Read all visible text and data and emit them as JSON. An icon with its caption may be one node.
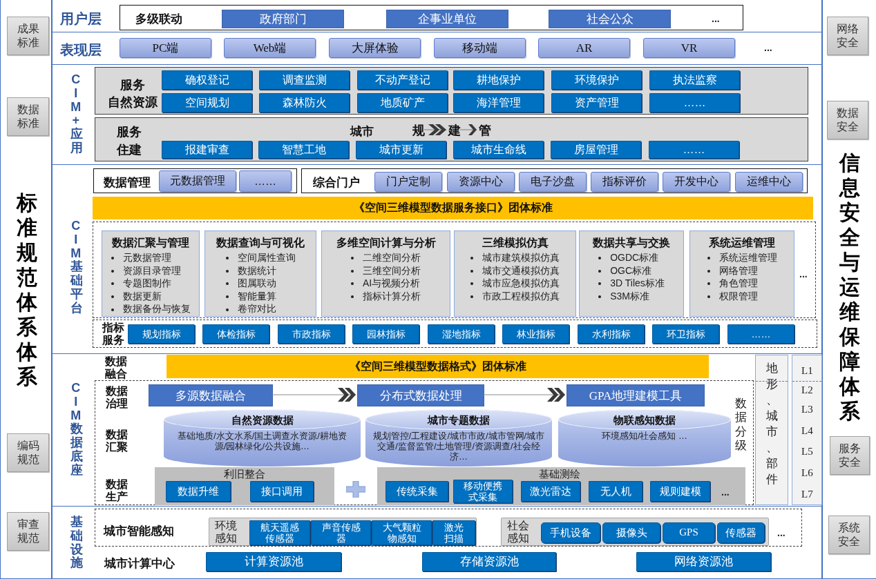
{
  "diagram": {
    "nodes": [
      {
        "text": [
          "标准规范体系体系"
        ]
      },
      {
        "text": [
          "成果标准"
        ],
        "in": 0
      },
      {
        "text": [
          "数据标准"
        ],
        "in": 0
      },
      {
        "text": [
          "编码规范"
        ],
        "in": 0
      },
      {
        "text": [
          "审查规范"
        ],
        "in": 0
      },
      {
        "text": [
          "用户层"
        ]
      },
      {
        "text": [
          "多级联动",
          "..."
        ],
        "in": 5
      },
      {
        "text": [
          "政府部门"
        ],
        "in": 6
      },
      {
        "text": [
          "企事业单位"
        ],
        "in": 6
      },
      {
        "text": [
          "社会公众"
        ],
        "in": 6
      },
      {
        "text": [
          "表现层",
          "..."
        ]
      },
      {
        "text": [
          "PC端"
        ],
        "in": 10
      },
      {
        "text": [
          "Web端"
        ],
        "in": 10
      },
      {
        "text": [
          "大屏体验"
        ],
        "in": 10
      },
      {
        "text": [
          "移动端"
        ],
        "in": 10
      },
      {
        "text": [
          "AR"
        ],
        "in": 10
      },
      {
        "text": [
          "VR"
        ],
        "in": 10
      },
      {
        "text": [
          "CIM+应用"
        ]
      },
      {
        "text": [
          "服务",
          "自然资源"
        ],
        "in": 17
      },
      {
        "text": [
          "确权登记"
        ],
        "in": 18
      },
      {
        "text": [
          "调查监测"
        ],
        "in": 18
      },
      {
        "text": [
          "不动产登记"
        ],
        "in": 18
      },
      {
        "text": [
          "耕地保护"
        ],
        "in": 18
      },
      {
        "text": [
          "环境保护"
        ],
        "in": 18
      },
      {
        "text": [
          "执法监察"
        ],
        "in": 18
      },
      {
        "text": [
          "空间规划"
        ],
        "in": 18
      },
      {
        "text": [
          "森林防火"
        ],
        "in": 18
      },
      {
        "text": [
          "地质矿产"
        ],
        "in": 18
      },
      {
        "text": [
          "海洋管理"
        ],
        "in": 18
      },
      {
        "text": [
          "资产管理"
        ],
        "in": 18
      },
      {
        "text": [
          "……"
        ],
        "in": 18
      },
      {
        "text": [
          "服务",
          "住建",
          "城市"
        ],
        "in": 17
      },
      {
        "text": [
          "规"
        ],
        "in": 31
      },
      {
        "text": [
          "建"
        ],
        "in": 31
      },
      {
        "text": [
          "管"
        ],
        "in": 31
      },
      {
        "text": [
          "报建审查"
        ],
        "in": 31
      },
      {
        "text": [
          "智慧工地"
        ],
        "in": 31
      },
      {
        "text": [
          "城市更新"
        ],
        "in": 31
      },
      {
        "text": [
          "城市生命线"
        ],
        "in": 31
      },
      {
        "text": [
          "房屋管理"
        ],
        "in": 31
      },
      {
        "text": [
          "……"
        ],
        "in": 31
      },
      {
        "text": [
          "CIM 基础平台"
        ]
      },
      {
        "text": [
          "数据管理"
        ],
        "in": 41
      },
      {
        "text": [
          "元数据管理"
        ],
        "in": 42
      },
      {
        "text": [
          "……"
        ],
        "in": 42
      },
      {
        "text": [
          "综合门户"
        ],
        "in": 41
      },
      {
        "text": [
          "门户定制"
        ],
        "in": 45
      },
      {
        "text": [
          "资源中心"
        ],
        "in": 45
      },
      {
        "text": [
          "电子沙盘"
        ],
        "in": 45
      },
      {
        "text": [
          "指标评价"
        ],
        "in": 45
      },
      {
        "text": [
          "开发中心"
        ],
        "in": 45
      },
      {
        "text": [
          "运维中心"
        ],
        "in": 45
      },
      {
        "text": [
          "《空间三维模型数据服务接口》团体标准"
        ],
        "in": 41
      },
      {
        "text": [
          "..."
        ],
        "in": 41
      },
      {
        "text": [
          "数据汇聚与管理",
          "元数据管理",
          "资源目录管理",
          "专题图制作",
          "数据更新",
          "数据备份与恢复"
        ],
        "in": 53
      },
      {
        "text": [
          "数据查询与可视化",
          "空间属性查询",
          "数据统计",
          "图属联动",
          "智能量算",
          "卷帘对比"
        ],
        "in": 53
      },
      {
        "text": [
          "多维空间计算与分析",
          "二维空间分析",
          "三维空间分析",
          "AI与视频分析",
          "指标计算分析"
        ],
        "in": 53
      },
      {
        "text": [
          "三维模拟仿真",
          "城市建筑模拟仿真",
          "城市交通模拟仿真",
          "城市应急模拟仿真",
          "市政工程模拟仿真"
        ],
        "in": 53
      },
      {
        "text": [
          "数据共享与交换",
          "OGDC标准",
          "OGC标准",
          "3D Tiles标准",
          "S3M标准"
        ],
        "in": 53
      },
      {
        "text": [
          "系统运维管理",
          "系统运维管理",
          "网络管理",
          "角色管理",
          "权限管理"
        ],
        "in": 53
      },
      {
        "text": [
          "指标服务"
        ],
        "in": 41
      },
      {
        "text": [
          "规划指标"
        ],
        "in": 60
      },
      {
        "text": [
          "体检指标"
        ],
        "in": 60
      },
      {
        "text": [
          "市政指标"
        ],
        "in": 60
      },
      {
        "text": [
          "园林指标"
        ],
        "in": 60
      },
      {
        "text": [
          "湿地指标"
        ],
        "in": 60
      },
      {
        "text": [
          "林业指标"
        ],
        "in": 60
      },
      {
        "text": [
          "水利指标"
        ],
        "in": 60
      },
      {
        "text": [
          "环卫指标"
        ],
        "in": 60
      },
      {
        "text": [
          "……"
        ],
        "in": 60
      },
      {
        "text": [
          "CIM 数据底座",
          "数据融合"
        ]
      },
      {
        "text": [
          "《空间三维模型数据格式》团体标准"
        ],
        "in": 70
      },
      {
        "text": [
          "数据治理",
          "数据汇聚",
          "数据生产",
          "数据分级"
        ],
        "in": 70
      },
      {
        "text": [
          "多源数据融合"
        ],
        "in": 72
      },
      {
        "text": [
          "分布式数据处理"
        ],
        "in": 72
      },
      {
        "text": [
          "GPA地理建模工具"
        ],
        "in": 72
      },
      {
        "text": [
          "自然资源数据",
          "基础地质/水文水系/国土调查水资源/耕地资源/园林绿化/公共设施…"
        ],
        "in": 72
      },
      {
        "text": [
          "城市专题数据",
          "规划管控/工程建设/城市市政/城市管网/城市交通/监督监管/土地管理/资源调查/社会经济…"
        ],
        "in": 72
      },
      {
        "text": [
          "物联感知数据",
          "环境感知/社会感知 …"
        ],
        "in": 72
      },
      {
        "text": [
          "利旧整合"
        ],
        "in": 72
      },
      {
        "text": [
          "数据升维"
        ],
        "in": 79
      },
      {
        "text": [
          "接口调用"
        ],
        "in": 79
      },
      {
        "text": [
          "基础测绘",
          "..."
        ],
        "in": 72
      },
      {
        "text": [
          "传统采集"
        ],
        "in": 82
      },
      {
        "text": [
          "移动便携式采集"
        ],
        "in": 82
      },
      {
        "text": [
          "激光雷达"
        ],
        "in": 82
      },
      {
        "text": [
          "无人机"
        ],
        "in": 82
      },
      {
        "text": [
          "规则建模"
        ],
        "in": 82
      },
      {
        "text": [
          "地形、城市、部件"
        ],
        "in": 70
      },
      {
        "text": [
          "L1",
          "L2",
          "L3",
          "L4",
          "L5",
          "L6",
          "L7"
        ],
        "in": 70
      },
      {
        "text": [
          "基础设施",
          "城市计算中心"
        ]
      },
      {
        "text": [
          "城市智能感知",
          "..."
        ],
        "in": 90
      },
      {
        "text": [
          "环境感知"
        ],
        "in": 91
      },
      {
        "text": [
          "航天遥感传感器"
        ],
        "in": 92
      },
      {
        "text": [
          "声音传感器"
        ],
        "in": 92
      },
      {
        "text": [
          "大气颗粒物感知"
        ],
        "in": 92
      },
      {
        "text": [
          "激光扫描"
        ],
        "in": 92
      },
      {
        "text": [
          "社会感知"
        ],
        "in": 91
      },
      {
        "text": [
          "手机设备"
        ],
        "in": 97
      },
      {
        "text": [
          "摄像头"
        ],
        "in": 97
      },
      {
        "text": [
          "GPS"
        ],
        "in": 97
      },
      {
        "text": [
          "传感器"
        ],
        "in": 97
      },
      {
        "text": [
          "计算资源池"
        ],
        "in": 90
      },
      {
        "text": [
          "存储资源池"
        ],
        "in": 90
      },
      {
        "text": [
          "网络资源池"
        ],
        "in": 90
      },
      {
        "text": [
          "信息安全与运维保障体系"
        ]
      },
      {
        "text": [
          "网络安全"
        ],
        "in": 105
      },
      {
        "text": [
          "数据安全"
        ],
        "in": 105
      },
      {
        "text": [
          "服务安全"
        ],
        "in": 105
      },
      {
        "text": [
          "系统安全"
        ],
        "in": 105
      }
    ],
    "edges": [
      {
        "from": 32,
        "to": 33,
        "arrow": "to"
      },
      {
        "from": 33,
        "to": 34,
        "arrow": "to"
      },
      {
        "from": 73,
        "to": 74,
        "arrow": "to"
      },
      {
        "from": 74,
        "to": 75,
        "arrow": "to"
      }
    ]
  }
}
